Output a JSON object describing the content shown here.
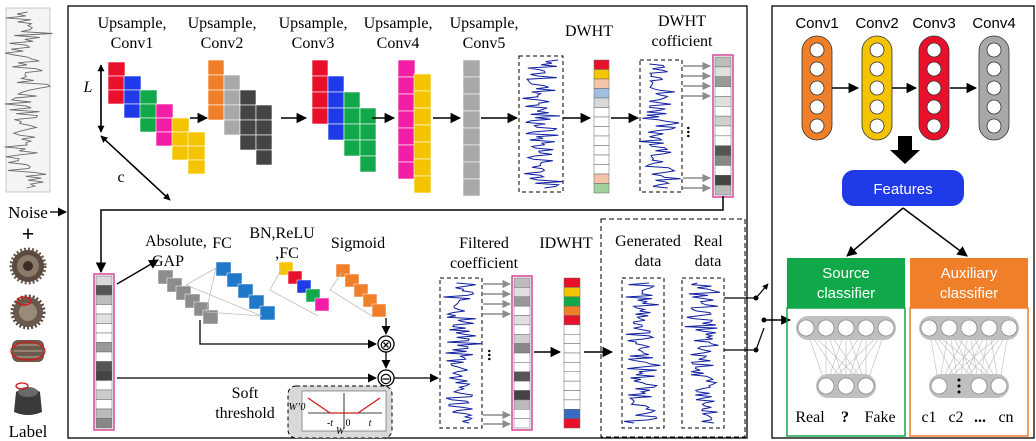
{
  "left_column": {
    "noise_label": "Noise",
    "plus": "+",
    "label_label": "Label"
  },
  "generator": {
    "stages": [
      {
        "line1": "Upsample,",
        "line2": "Conv1"
      },
      {
        "line1": "Upsample,",
        "line2": "Conv2"
      },
      {
        "line1": "Upsample,",
        "line2": "Conv3"
      },
      {
        "line1": "Upsample,",
        "line2": "Conv4"
      },
      {
        "line1": "Upsample,",
        "line2": "Conv5"
      }
    ],
    "axis_L": "L",
    "axis_c": "c",
    "dwht_label": "DWHT",
    "dwht_coef_line1": "DWHT",
    "dwht_coef_line2": "cofficient",
    "dots": "..."
  },
  "shrinkage": {
    "abs_gap_line1": "Absolute,",
    "abs_gap_line2": "GAP",
    "fc": "FC",
    "bn_line1": "BN,ReLU",
    "bn_line2": ",FC",
    "sigmoid": "Sigmoid",
    "multiply_symbol": "⊗",
    "subtract_symbol": "⊖",
    "soft_line1": "Soft",
    "soft_line2": "threshold",
    "graph_w0": "W’0",
    "graph_neg_t": "-t",
    "graph_zero": "0",
    "graph_t": "t",
    "graph_w": "W"
  },
  "reconstruction": {
    "filtered_line1": "Filtered",
    "filtered_line2": "coefficient",
    "idwht": "IDWHT",
    "generated_line1": "Generated",
    "generated_line2": "data",
    "real_line1": "Real",
    "real_line2": "data",
    "dots": "..."
  },
  "discriminator": {
    "convs": [
      "Conv1",
      "Conv2",
      "Conv3",
      "Conv4"
    ],
    "conv_colors": [
      "#f07f2a",
      "#f5c400",
      "#e8102a",
      "#a8a8a8"
    ],
    "features": "Features",
    "features_color": "#1f3ae8",
    "source_line1": "Source",
    "source_line2": "classifier",
    "source_color": "#11a84a",
    "aux_line1": "Auxiliary",
    "aux_line2": "classifier",
    "aux_color": "#f07f2a",
    "source_outputs": [
      "Real",
      "?",
      "Fake"
    ],
    "aux_outputs": [
      "c1",
      "c2",
      "...",
      "cn"
    ]
  }
}
